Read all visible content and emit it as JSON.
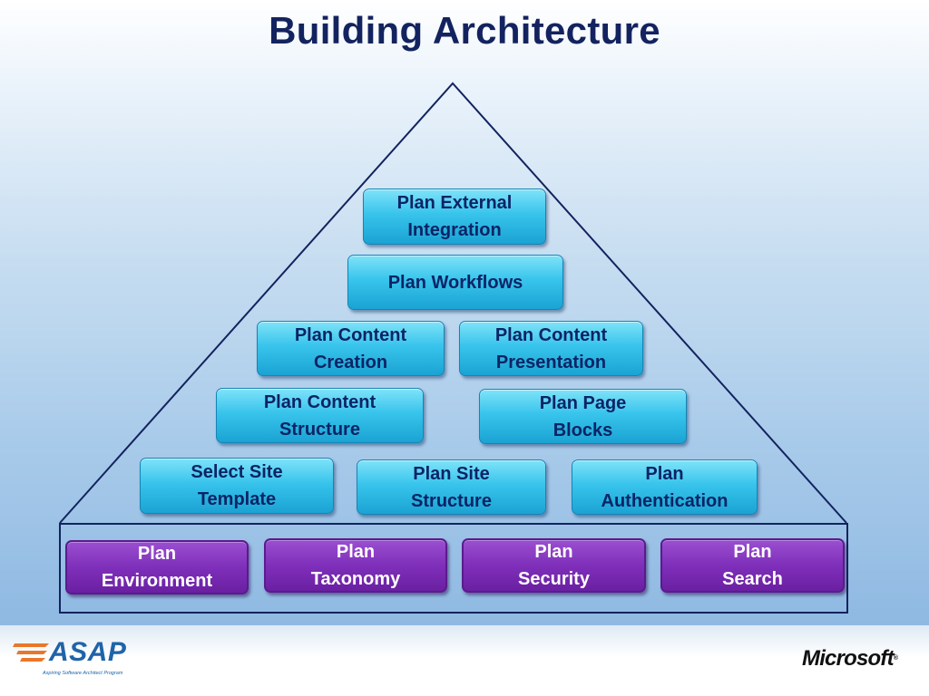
{
  "slide": {
    "title": "Building Architecture"
  },
  "pyramid": {
    "layers": [
      {
        "level": "top",
        "items": [
          {
            "id": "plan-external-integration",
            "lines": [
              "Plan External",
              "Integration"
            ],
            "color": "cyan"
          }
        ]
      },
      {
        "level": "upper",
        "items": [
          {
            "id": "plan-workflows",
            "lines": [
              "Plan Workflows"
            ],
            "color": "cyan"
          }
        ]
      },
      {
        "level": "middle",
        "items": [
          {
            "id": "plan-content-creation",
            "lines": [
              "Plan Content",
              "Creation"
            ],
            "color": "cyan"
          },
          {
            "id": "plan-content-presentation",
            "lines": [
              "Plan Content",
              "Presentation"
            ],
            "color": "cyan"
          }
        ]
      },
      {
        "level": "lower-middle",
        "items": [
          {
            "id": "plan-content-structure",
            "lines": [
              "Plan Content",
              "Structure"
            ],
            "color": "cyan"
          },
          {
            "id": "plan-page-blocks",
            "lines": [
              "Plan Page",
              "Blocks"
            ],
            "color": "cyan"
          }
        ]
      },
      {
        "level": "base",
        "items": [
          {
            "id": "select-site-template",
            "lines": [
              "Select Site",
              "Template"
            ],
            "color": "cyan"
          },
          {
            "id": "plan-site-structure",
            "lines": [
              "Plan Site",
              "Structure"
            ],
            "color": "cyan"
          },
          {
            "id": "plan-authentication",
            "lines": [
              "Plan",
              "Authentication"
            ],
            "color": "cyan"
          }
        ]
      }
    ],
    "foundation": [
      {
        "id": "plan-environment",
        "lines": [
          "Plan",
          "Environment"
        ],
        "color": "purple"
      },
      {
        "id": "plan-taxonomy",
        "lines": [
          "Plan",
          "Taxonomy"
        ],
        "color": "purple"
      },
      {
        "id": "plan-security",
        "lines": [
          "Plan",
          "Security"
        ],
        "color": "purple"
      },
      {
        "id": "plan-search",
        "lines": [
          "Plan",
          "Search"
        ],
        "color": "purple"
      }
    ]
  },
  "footer": {
    "left_logo": {
      "text": "ASAP",
      "tagline": "Aspiring Software Architect Program"
    },
    "right_logo": {
      "text": "Microsoft",
      "mark": "®"
    }
  },
  "colors": {
    "title": "#13235f",
    "cyan_box": "#2fb8e4",
    "purple_box": "#7f2fba",
    "outline": "#13235f"
  }
}
